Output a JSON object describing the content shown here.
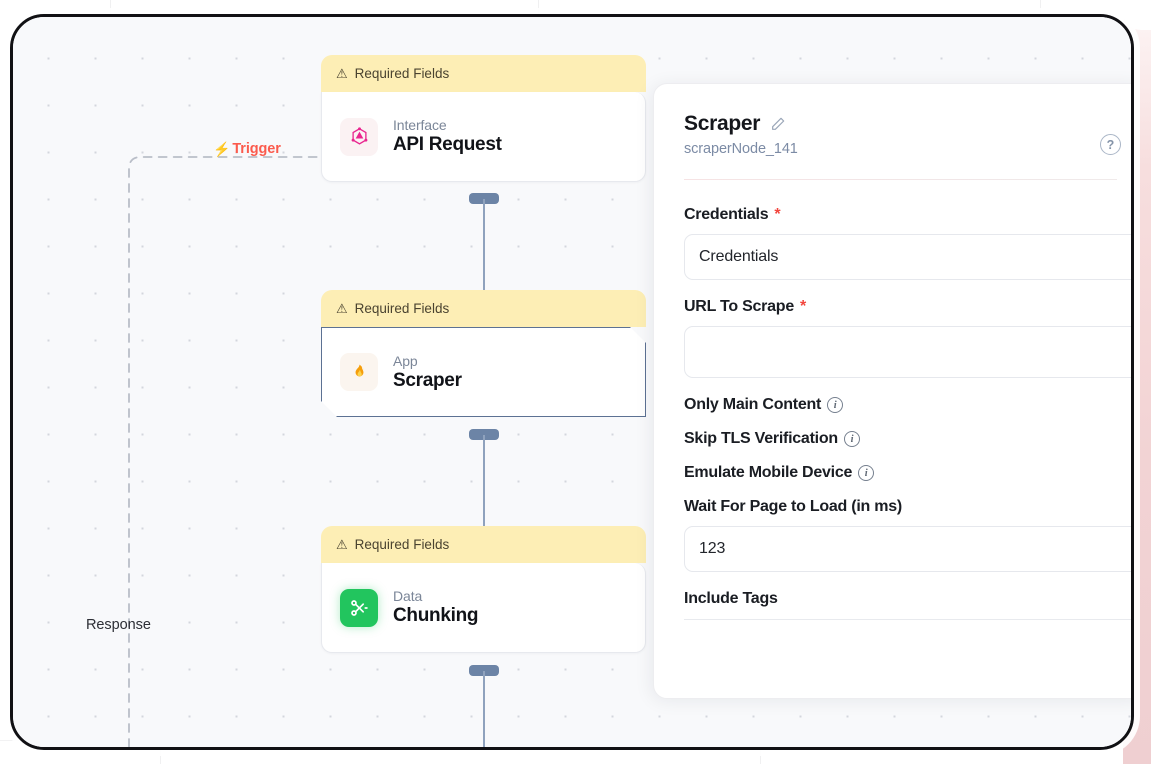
{
  "canvas": {
    "trigger_label": "Trigger",
    "trigger_icon": "lightning-bolt-icon",
    "response_label": "Response",
    "nodes": [
      {
        "warning": "Required Fields",
        "warning_icon": "warning-triangle-icon",
        "kind": "Interface",
        "title": "API Request",
        "icon": "graphql-icon",
        "icon_glyph": "⬡",
        "selected": false
      },
      {
        "warning": "Required Fields",
        "warning_icon": "warning-triangle-icon",
        "kind": "App",
        "title": "Scraper",
        "icon": "flame-icon",
        "icon_glyph": "🔥",
        "selected": true
      },
      {
        "warning": "Required Fields",
        "warning_icon": "warning-triangle-icon",
        "kind": "Data",
        "title": "Chunking",
        "icon": "scissors-icon",
        "icon_glyph": "✂",
        "selected": false
      }
    ]
  },
  "panel": {
    "title": "Scraper",
    "edit_icon": "pencil-icon",
    "subtitle": "scraperNode_141",
    "help_icon": "question-mark-icon",
    "help_glyph": "?",
    "fields": [
      {
        "label": "Credentials",
        "required": true,
        "type": "text",
        "value": "Credentials",
        "placeholder": "Credentials"
      },
      {
        "label": "URL To Scrape",
        "required": true,
        "type": "text",
        "value": "",
        "placeholder": ""
      },
      {
        "label": "Only Main Content",
        "required": false,
        "type": "info",
        "info_icon": "info-icon",
        "info_glyph": "i"
      },
      {
        "label": "Skip TLS Verification",
        "required": false,
        "type": "info",
        "info_icon": "info-icon",
        "info_glyph": "i"
      },
      {
        "label": "Emulate Mobile Device",
        "required": false,
        "type": "info",
        "info_icon": "info-icon",
        "info_glyph": "i"
      },
      {
        "label": "Wait For Page to Load (in ms)",
        "required": false,
        "type": "text",
        "value": "123",
        "placeholder": "123"
      },
      {
        "label": "Include Tags",
        "required": false,
        "type": "underline",
        "value": ""
      }
    ]
  },
  "colors": {
    "warning_bg": "#fdeeb5",
    "trigger_red": "#fb5b4d",
    "required_red": "#f2453d",
    "handle_blue": "#6c84a6",
    "selected_border": "#5c7193",
    "chunk_green": "#22c55e",
    "subtitle_blue": "#7c8ba5",
    "canvas_bg": "#f8f9fb"
  }
}
